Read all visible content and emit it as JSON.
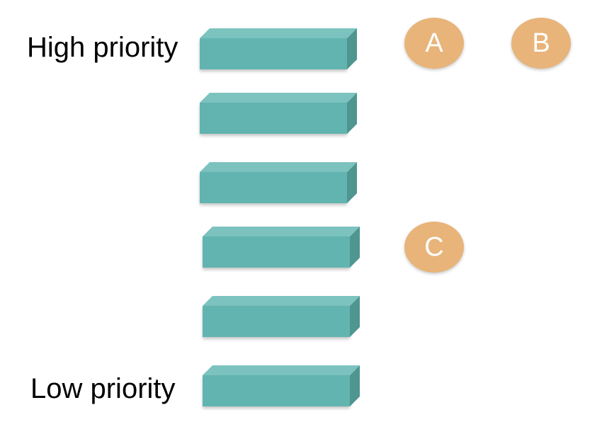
{
  "labels": {
    "high": "High priority",
    "low": "Low priority"
  },
  "bar_count": 6,
  "markers": [
    {
      "id": "a",
      "text": "A",
      "level": 1
    },
    {
      "id": "b",
      "text": "B",
      "level": 1
    },
    {
      "id": "c",
      "text": "C",
      "level": 4
    }
  ],
  "colors": {
    "bar_front": "#62b4b0",
    "bar_top": "#7cc3bf",
    "bar_side": "#4f9590",
    "marker": "#e8b47a",
    "marker_text": "#ffffff",
    "label_text": "#000000"
  }
}
